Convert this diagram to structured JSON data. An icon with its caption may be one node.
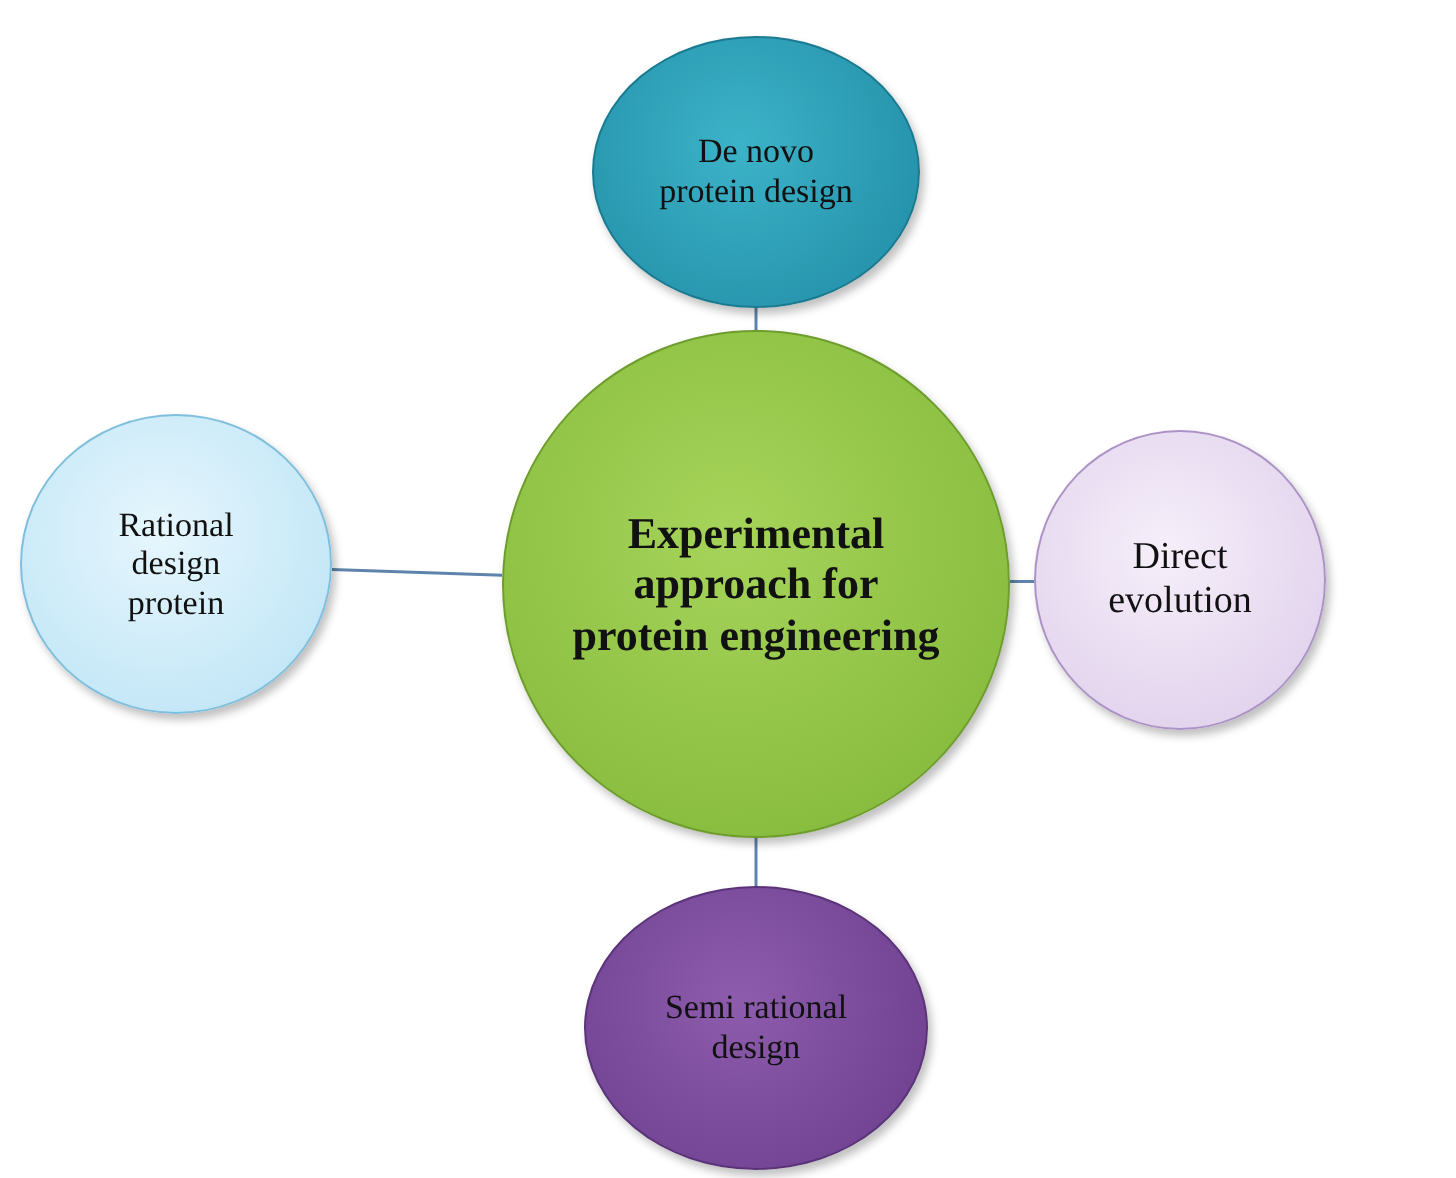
{
  "diagram": {
    "nodes": [
      {
        "text": [
          "Experimental approach for protein engineering"
        ]
      },
      {
        "text": [
          "De novo protein design"
        ]
      },
      {
        "text": [
          "Rational design protein"
        ]
      },
      {
        "text": [
          "Direct evolution"
        ]
      },
      {
        "text": [
          "Semi rational design"
        ]
      }
    ],
    "edges": [
      {
        "from": 0,
        "to": 1,
        "arrow": "none"
      },
      {
        "from": 0,
        "to": 2,
        "arrow": "none"
      },
      {
        "from": 0,
        "to": 3,
        "arrow": "none"
      },
      {
        "from": 0,
        "to": 4,
        "arrow": "none"
      }
    ]
  }
}
